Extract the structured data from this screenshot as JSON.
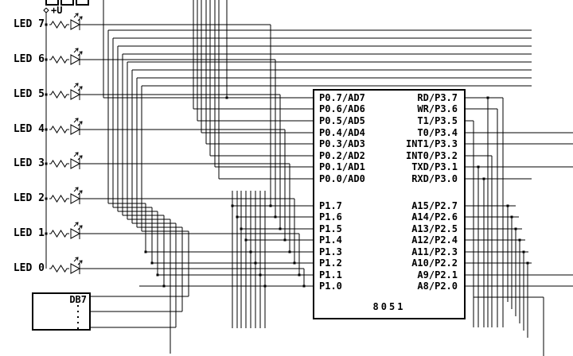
{
  "power": {
    "label": "+U"
  },
  "leds": [
    {
      "label": "LED 7"
    },
    {
      "label": "LED 6"
    },
    {
      "label": "LED 5"
    },
    {
      "label": "LED 4"
    },
    {
      "label": "LED 3"
    },
    {
      "label": "LED 2"
    },
    {
      "label": "LED 1"
    },
    {
      "label": "LED 0"
    }
  ],
  "ic": {
    "name": "8051",
    "pin_rows_top": [
      [
        "P0.7/AD7",
        "RD/P3.7"
      ],
      [
        "P0.6/AD6",
        "WR/P3.6"
      ],
      [
        "P0.5/AD5",
        "T1/P3.5"
      ],
      [
        "P0.4/AD4",
        "T0/P3.4"
      ],
      [
        "P0.3/AD3",
        "INT1/P3.3"
      ],
      [
        "P0.2/AD2",
        "INT0/P3.2"
      ],
      [
        "P0.1/AD1",
        "TXD/P3.1"
      ],
      [
        "P0.0/AD0",
        "RXD/P3.0"
      ]
    ],
    "pin_rows_bottom": [
      [
        "P1.7",
        "A15/P2.7"
      ],
      [
        "P1.6",
        "A14/P2.6"
      ],
      [
        "P1.5",
        "A13/P2.5"
      ],
      [
        "P1.4",
        "A12/P2.4"
      ],
      [
        "P1.3",
        "A11/P2.3"
      ],
      [
        "P1.2",
        "A10/P2.2"
      ],
      [
        "P1.1",
        "A9/P2.1"
      ],
      [
        "P1.0",
        "A8/P2.0"
      ]
    ]
  },
  "bus_box": {
    "label": "DB7"
  }
}
